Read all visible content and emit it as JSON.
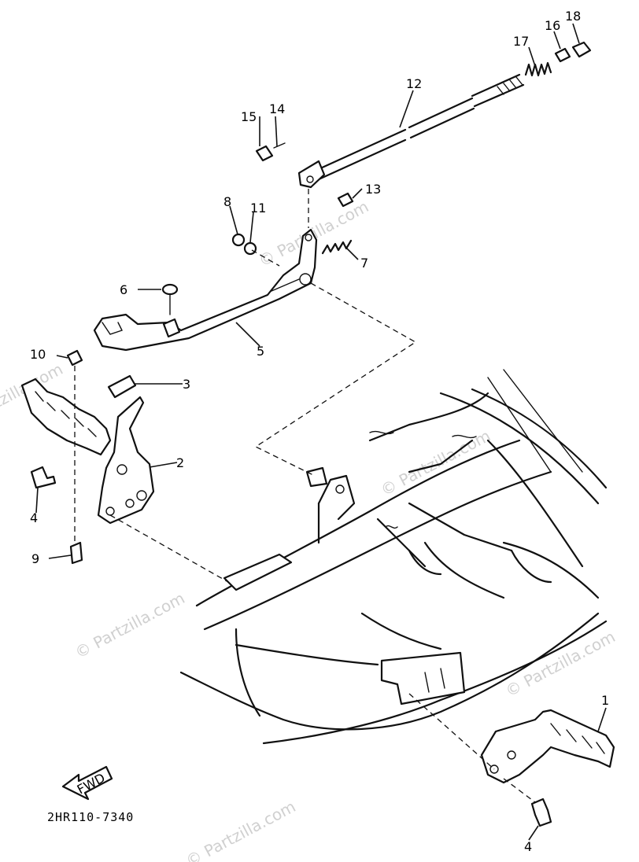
{
  "watermark": "© Partzilla.com",
  "diagram_code": "2HR110-7340",
  "fwd_label": "FWD",
  "callouts": {
    "c1": "1",
    "c2": "2",
    "c3": "3",
    "c4a": "4",
    "c4b": "4",
    "c5": "5",
    "c6": "6",
    "c7": "7",
    "c8": "8",
    "c9": "9",
    "c10": "10",
    "c11": "11",
    "c12": "12",
    "c13": "13",
    "c14": "14",
    "c15": "15",
    "c16": "16",
    "c17": "17",
    "c18": "18"
  },
  "colors": {
    "line": "#111111",
    "watermark": "#d0d0d0",
    "background": "#ffffff"
  }
}
